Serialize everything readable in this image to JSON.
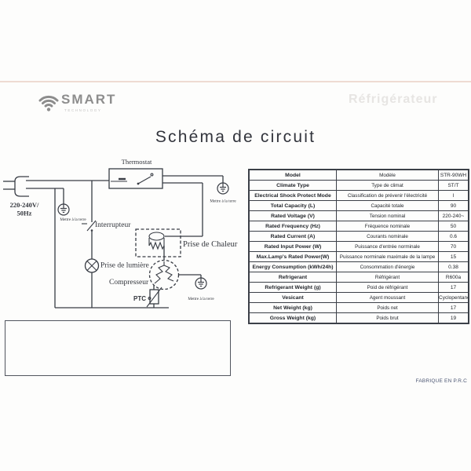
{
  "page": {
    "title": "Schéma de circuit",
    "watermark": "Réfrigérateur",
    "footer": "FABRIQUE EN P.R.C"
  },
  "logo": {
    "name": "SMART",
    "subtext": "TECHNOLOGY",
    "icon": "wifi-icon"
  },
  "diagram": {
    "labels": {
      "thermostat": "Thermostat",
      "voltage_line1": "220-240V/",
      "voltage_line2": "50Hz",
      "ground": "Mettre à la terre",
      "interrupteur": "Interrupteur",
      "heater": "Prise de Chaleur",
      "light": "Prise de lumière",
      "compressor": "Compresseur",
      "ptc": "PTC"
    }
  },
  "table": {
    "rows": [
      [
        "Model",
        "Modèle",
        "STR-90WH"
      ],
      [
        "Climate Type",
        "Type de climat",
        "ST/T"
      ],
      [
        "Electrical Shock Protect Mode",
        "Classification de prévenir l'électricité",
        "I"
      ],
      [
        "Total Capacity (L)",
        "Capacité totale",
        "90"
      ],
      [
        "Rated Voltage (V)",
        "Tension nominal",
        "220-240~"
      ],
      [
        "Rated Frequency (Hz)",
        "Fréquence nominale",
        "50"
      ],
      [
        "Rated Current (A)",
        "Courants nominale",
        "0.6"
      ],
      [
        "Rated Input Power (W)",
        "Puissance d'entrée norminale",
        "70"
      ],
      [
        "Max.Lamp's Rated Power(W)",
        "Puissance norminale maximale de la lampe",
        "15"
      ],
      [
        "Energy Consumption (kWh/24h)",
        "Consommation d'énergie",
        "0.38"
      ],
      [
        "Refrigerant",
        "Réfrigérant",
        "R600a"
      ],
      [
        "Refrigerant Weight (g)",
        "Poid de réfrigérant",
        "17"
      ],
      [
        "Vesicant",
        "Agent moussant",
        "Cyclopentane"
      ],
      [
        "Net Weight (kg)",
        "Poids net",
        "17"
      ],
      [
        "Gross Weight (kg)",
        "Poids brut",
        "19"
      ]
    ]
  },
  "colors": {
    "circuit_stroke": "#383c44",
    "table_border": "#3c4048",
    "logo_gray": "#8d8d8d",
    "header_rule": "#eedbd2",
    "footer_text": "#4b5572",
    "watermark_text": "#e7e5e3"
  }
}
